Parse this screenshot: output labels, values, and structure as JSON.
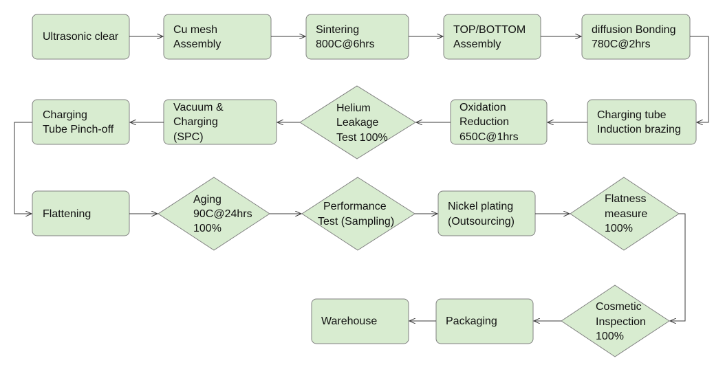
{
  "nodes": {
    "ultrasonic": [
      "Ultrasonic clear"
    ],
    "cu_mesh": [
      "Cu mesh",
      "Assembly"
    ],
    "sintering": [
      "Sintering",
      "800C@6hrs"
    ],
    "top_bottom": [
      "TOP/BOTTOM",
      "Assembly"
    ],
    "diffusion": [
      "diffusion Bonding",
      "780C@2hrs"
    ],
    "charging_tube": [
      "Charging tube",
      "Induction brazing"
    ],
    "oxidation": [
      "Oxidation",
      "Reduction",
      "650C@1hrs"
    ],
    "helium": [
      "Helium",
      "Leakage",
      "Test  100%"
    ],
    "vacuum": [
      "Vacuum &",
      "Charging",
      "(SPC)"
    ],
    "pinch_off": [
      "Charging",
      "Tube Pinch-off"
    ],
    "flattening": [
      "Flattening"
    ],
    "aging": [
      "Aging",
      "90C@24hrs",
      "100%"
    ],
    "performance": [
      "Performance",
      "Test (Sampling)"
    ],
    "nickel": [
      "Nickel plating",
      "(Outsourcing)"
    ],
    "flatness": [
      "Flatness",
      "measure",
      "100%"
    ],
    "cosmetic": [
      "Cosmetic",
      "Inspection",
      "100%"
    ],
    "packaging": [
      "Packaging"
    ],
    "warehouse": [
      "Warehouse"
    ]
  }
}
